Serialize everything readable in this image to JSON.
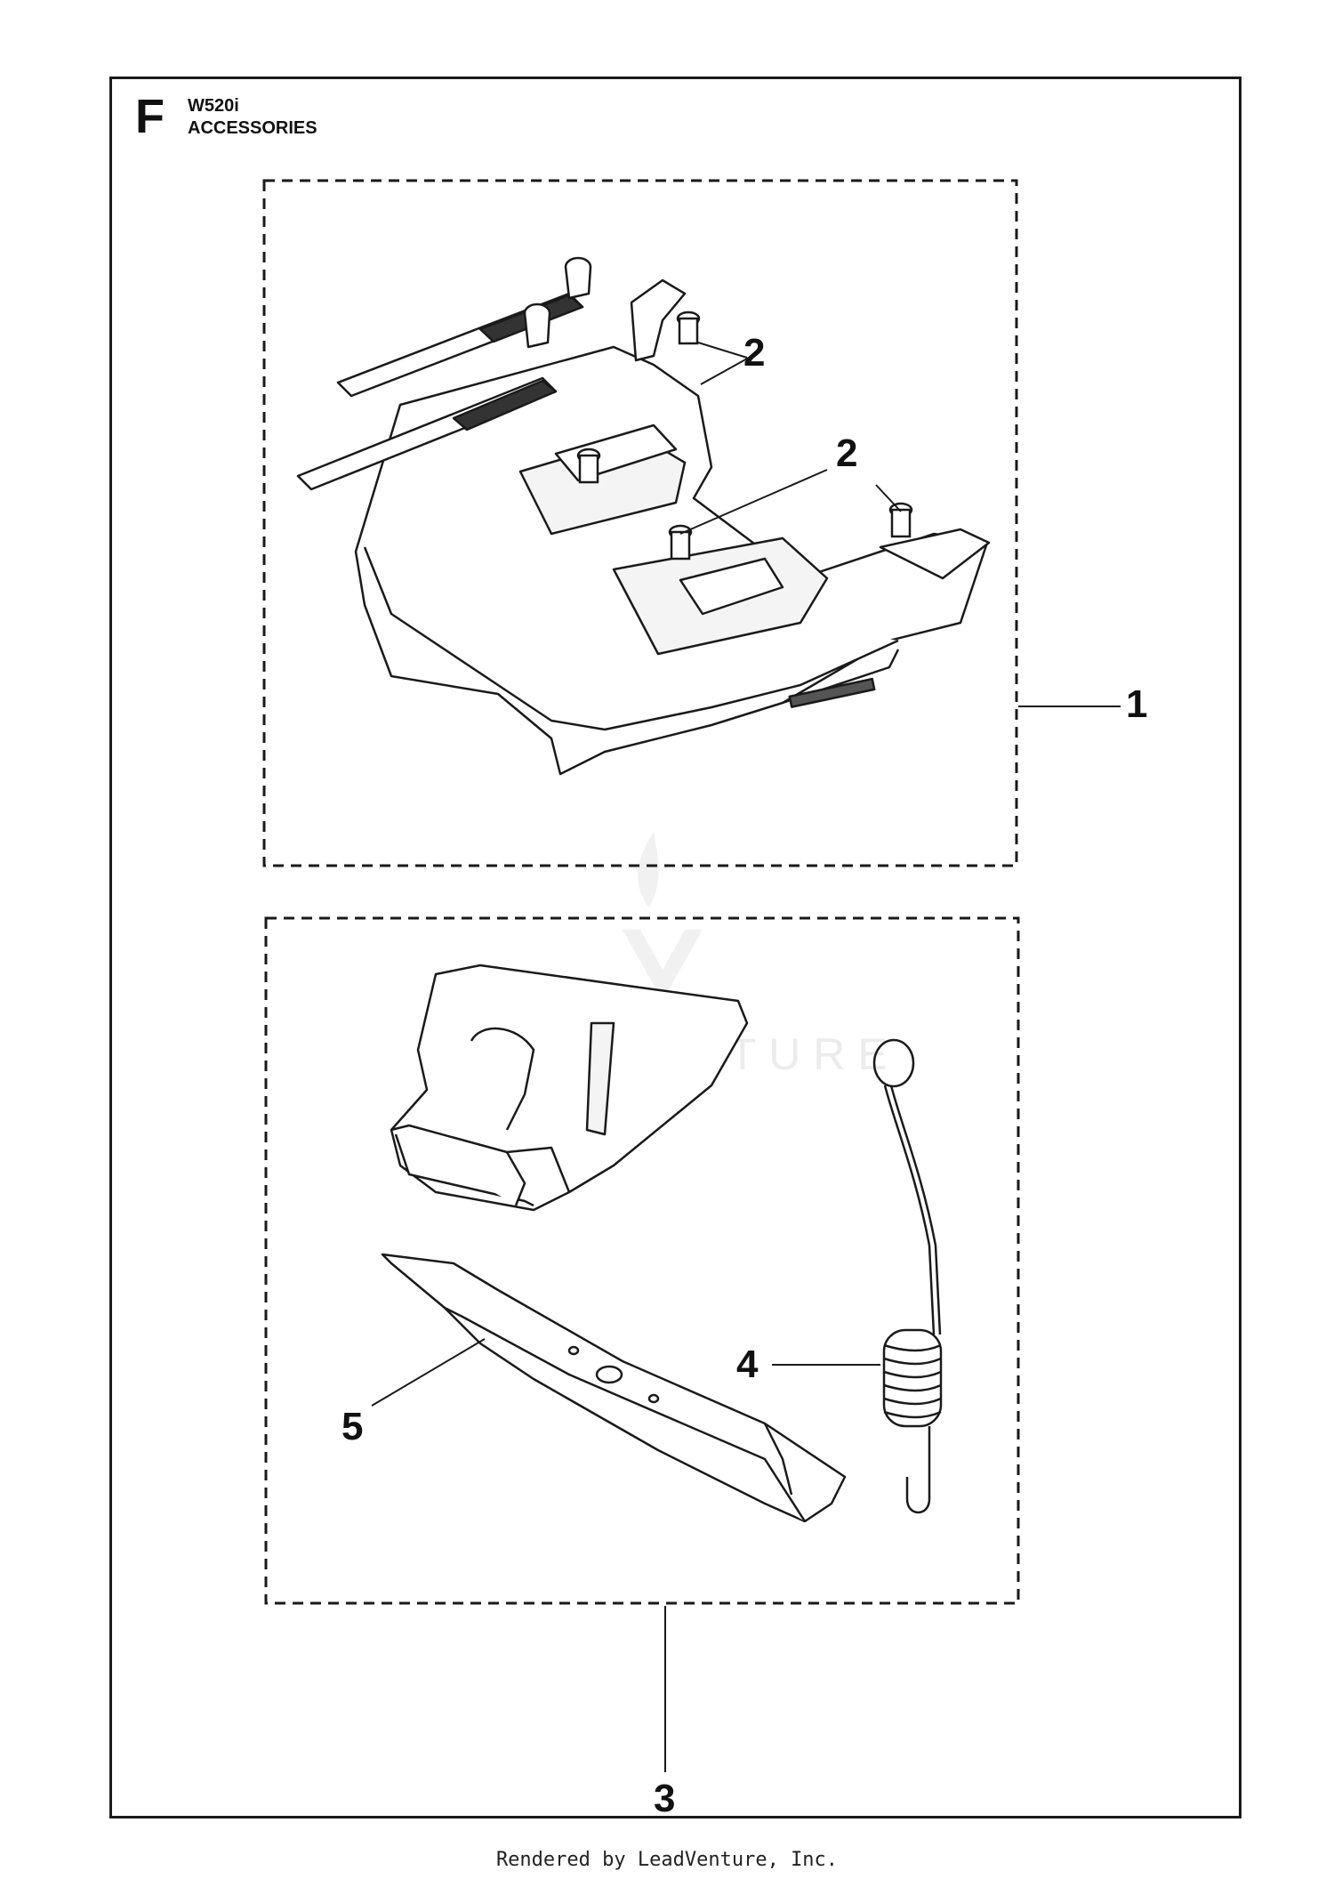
{
  "header": {
    "section_letter": "F",
    "model": "W520i",
    "title": "ACCESSORIES"
  },
  "callouts": [
    "1",
    "2",
    "2",
    "3",
    "4",
    "5"
  ],
  "watermark": "LEADVENTURE",
  "footer": "Rendered by LeadVenture, Inc.",
  "colors": {
    "line": "#1a1a1a",
    "fill": "#ffffff",
    "watermark": "#e6e6e6"
  }
}
